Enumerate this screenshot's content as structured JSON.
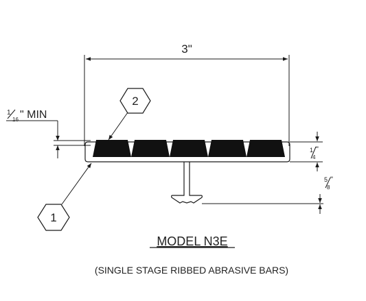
{
  "dimensions": {
    "width_label": "3\"",
    "min_label": {
      "num": "1",
      "den": "16",
      "suffix": "\" MIN"
    },
    "strip_height_label": {
      "num": "1",
      "den": "4",
      "suffix": "\""
    },
    "total_height_label": {
      "num": "5",
      "den": "8",
      "suffix": "\""
    }
  },
  "callouts": [
    {
      "number": "2"
    },
    {
      "number": "1"
    }
  ],
  "title": "MODEL N3E",
  "subtitle": "(SINGLE STAGE RIBBED ABRASIVE BARS)",
  "colors": {
    "line": "#1a1a1a",
    "bar_fill": "#111111"
  }
}
